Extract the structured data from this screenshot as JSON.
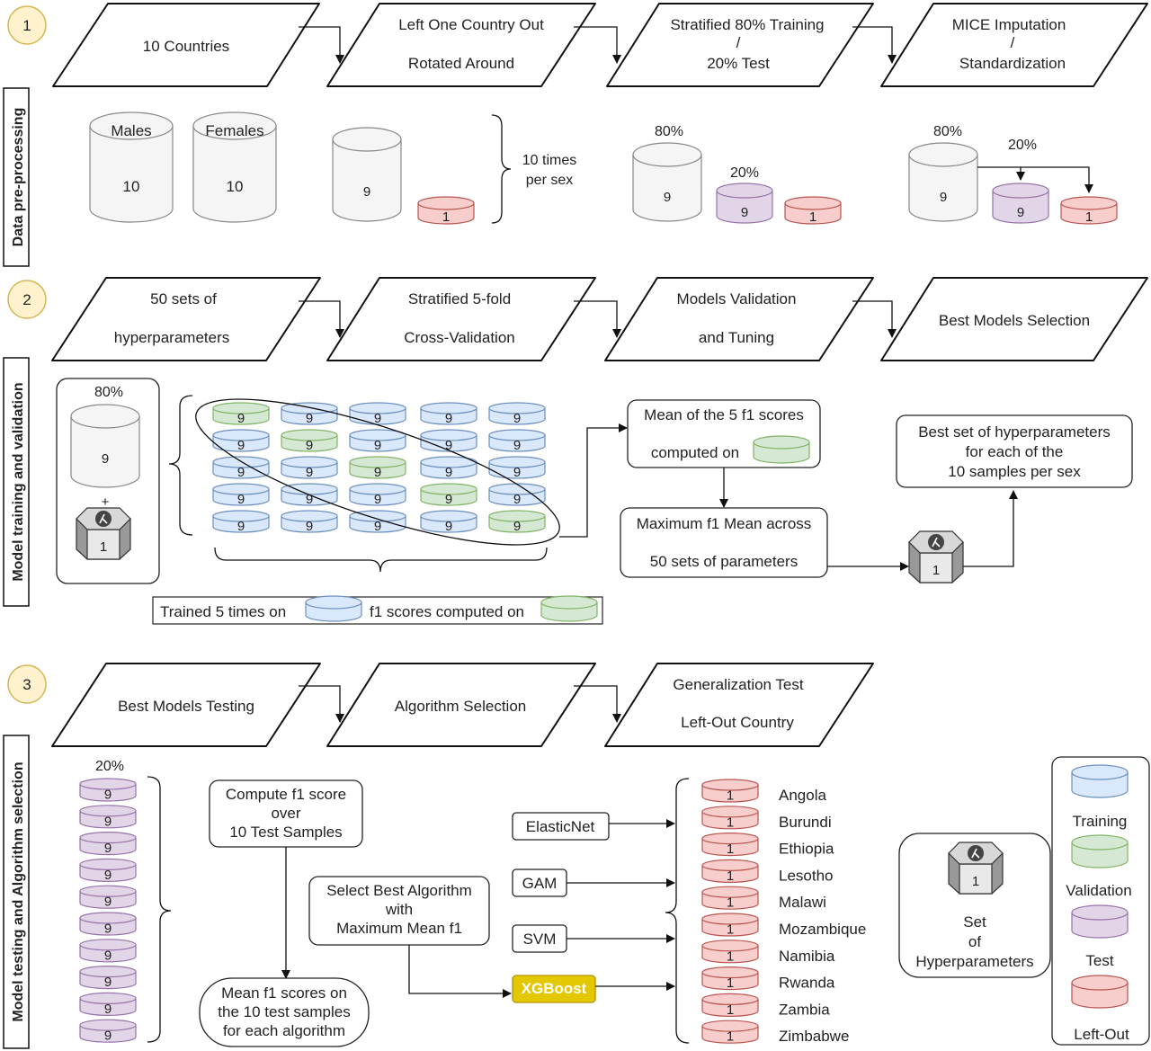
{
  "colors": {
    "circle_fill": "#fff2cc",
    "circle_stroke": "#d6b656",
    "grey_fill": "#f5f5f5",
    "grey_stroke": "#888888",
    "red_fill": "#f8cecc",
    "red_stroke": "#b85450",
    "purple_fill": "#e1d5e7",
    "purple_stroke": "#9673a6",
    "blue_fill": "#dae8fc",
    "blue_stroke": "#6c8ebf",
    "green_fill": "#d5e8d4",
    "green_stroke": "#82b366",
    "xgboost_fill": "#e3c800",
    "hex_side": "#999999",
    "hex_top": "#d8d8d8"
  },
  "steps": {
    "s1": "1",
    "s2": "2",
    "s3": "3"
  },
  "sections": {
    "preprocessing": "Data pre-processing",
    "training": "Model training and validation",
    "testing": "Model testing and Algorithm selection"
  },
  "row1": {
    "p1": [
      "10 Countries"
    ],
    "p2": [
      "Left One Country Out",
      "Rotated Around"
    ],
    "p3": [
      "Stratified 80% Training",
      "/",
      "20% Test"
    ],
    "p4": [
      "MICE Imputation",
      "/",
      "Standardization"
    ]
  },
  "pre": {
    "males": "Males",
    "males_n": "10",
    "females": "Females",
    "females_n": "10",
    "nine": "9",
    "one": "1",
    "ten_times": "10 times",
    "per_sex": "per sex",
    "pct80": "80%",
    "pct20": "20%"
  },
  "row2": {
    "p1": [
      "50 sets of",
      "hyperparameters"
    ],
    "p2": [
      "Stratified 5-fold",
      "Cross-Validation"
    ],
    "p3": [
      "Models Validation",
      "and Tuning"
    ],
    "p4": [
      "Best Models Selection"
    ]
  },
  "train": {
    "pct80": "80%",
    "nine": "9",
    "plus": "+",
    "one": "1",
    "fold_value": "9",
    "mean5_line1": "Mean of the 5 f1 scores",
    "mean5_line2": "computed on",
    "max_line1": "Maximum f1 Mean across",
    "max_line2": "50 sets of parameters",
    "best_line1": "Best set of hyperparameters",
    "best_line2": "for each of the",
    "best_line3": "10 samples per sex",
    "trained_label": "Trained 5 times on",
    "f1_label": "f1 scores computed on"
  },
  "row3": {
    "p1": [
      "Best Models Testing"
    ],
    "p2": [
      "Algorithm Selection"
    ],
    "p3": [
      "Generalization Test",
      "Left-Out Country"
    ]
  },
  "test": {
    "pct20": "20%",
    "nine": "9",
    "one": "1",
    "compute_lines": [
      "Compute f1 score",
      "over",
      "10 Test Samples"
    ],
    "mean_lines": [
      "Mean f1 scores on",
      "the 10 test samples",
      "for each algorithm"
    ],
    "select_lines": [
      "Select Best Algorithm",
      "with",
      "Maximum Mean f1"
    ],
    "algorithms": [
      "ElasticNet",
      "GAM",
      "SVM",
      "XGBoost"
    ],
    "countries": [
      "Angola",
      "Burundi",
      "Ethiopia",
      "Lesotho",
      "Malawi",
      "Mozambique",
      "Namibia",
      "Rwanda",
      "Zambia",
      "Zimbabwe"
    ]
  },
  "legend": {
    "set_lines": [
      "Set",
      "of",
      "Hyperparameters"
    ],
    "set_value": "1",
    "training": "Training",
    "validation": "Validation",
    "test": "Test",
    "leftout": "Left-Out"
  }
}
